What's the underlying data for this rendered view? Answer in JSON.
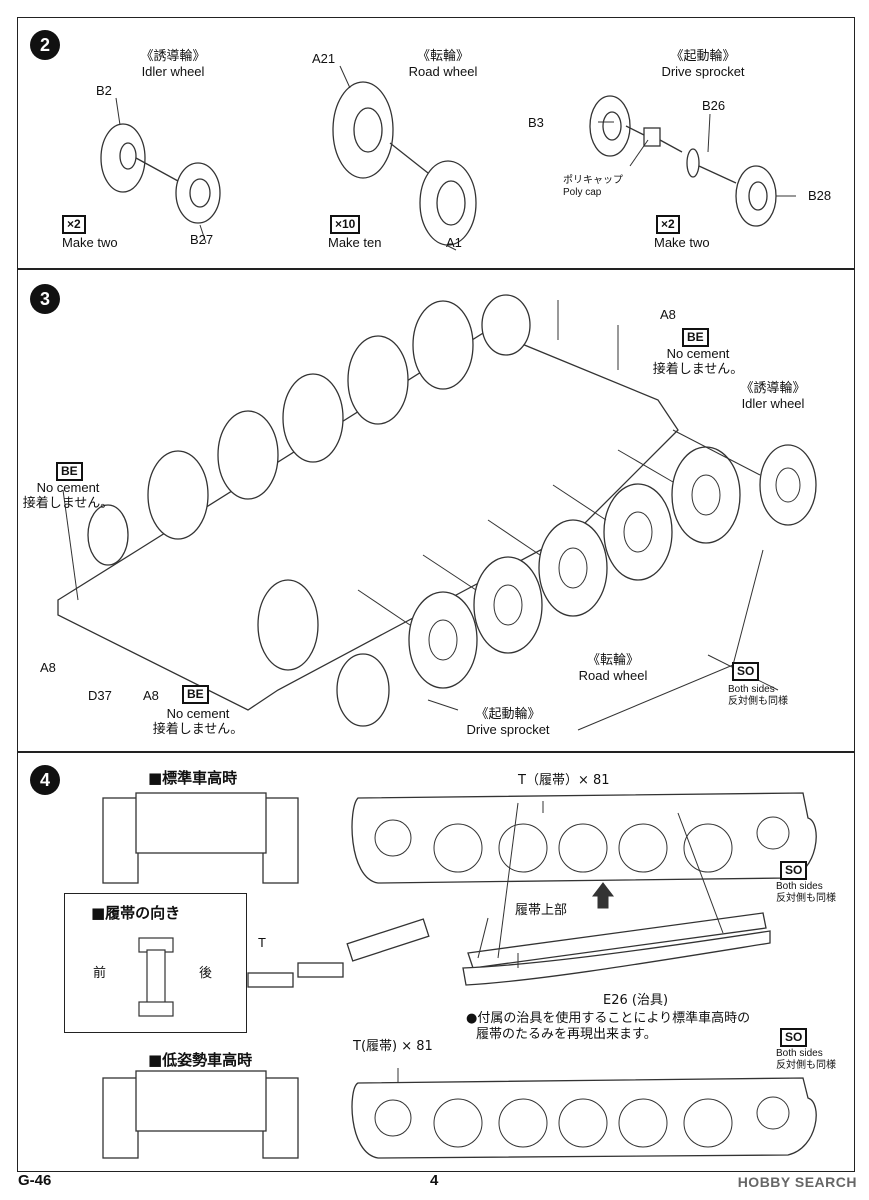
{
  "step2": {
    "number": "2",
    "idler": {
      "jp": "《誘導輪》",
      "en": "Idler wheel",
      "part_a": "B2",
      "part_b": "B27",
      "qty": "×2",
      "make": "Make two"
    },
    "road": {
      "jp": "《転輪》",
      "en": "Road wheel",
      "part_a": "A21",
      "part_b": "A1",
      "qty": "×10",
      "make": "Make ten"
    },
    "sprocket": {
      "jp": "《起動輪》",
      "en": "Drive sprocket",
      "part_a": "B3",
      "part_b": "B26",
      "part_c": "B28",
      "polycap_jp": "ポリキャップ",
      "polycap_en": "Poly cap",
      "qty": "×2",
      "make": "Make two"
    }
  },
  "step3": {
    "number": "3",
    "a8": "A8",
    "d37": "D37",
    "be": "BE",
    "no_cement": "No cement",
    "no_cement_jp": "接着しません。",
    "idler_jp": "《誘導輪》",
    "idler_en": "Idler wheel",
    "road_jp": "《転輪》",
    "road_en": "Road wheel",
    "sprocket_jp": "《起動輪》",
    "sprocket_en": "Drive sprocket",
    "so": "SO",
    "both_sides": "Both sides",
    "both_sides_jp": "反対側も同様"
  },
  "step4": {
    "number": "4",
    "standard_height": "■標準車高時",
    "low_height": "■低姿勢車高時",
    "track_direction": "■履帯の向き",
    "front": "前",
    "rear": "後",
    "track_part": "T",
    "track_count_top": "T（履帯）× 81",
    "track_count_bottom": "T(履帯) × 81",
    "track_top": "履帯上部",
    "jig": "E26 (治具)",
    "note_line1": "●付属の治具を使用することにより標準車高時の",
    "note_line2": "履帯のたるみを再現出来ます。",
    "so": "SO",
    "both_sides": "Both sides",
    "both_sides_jp": "反対側も同様"
  },
  "footer": {
    "code": "G-46",
    "page": "4",
    "watermark": "HOBBY SEARCH"
  },
  "colors": {
    "ink": "#111111",
    "paper": "#ffffff",
    "line_art": "#333333"
  }
}
